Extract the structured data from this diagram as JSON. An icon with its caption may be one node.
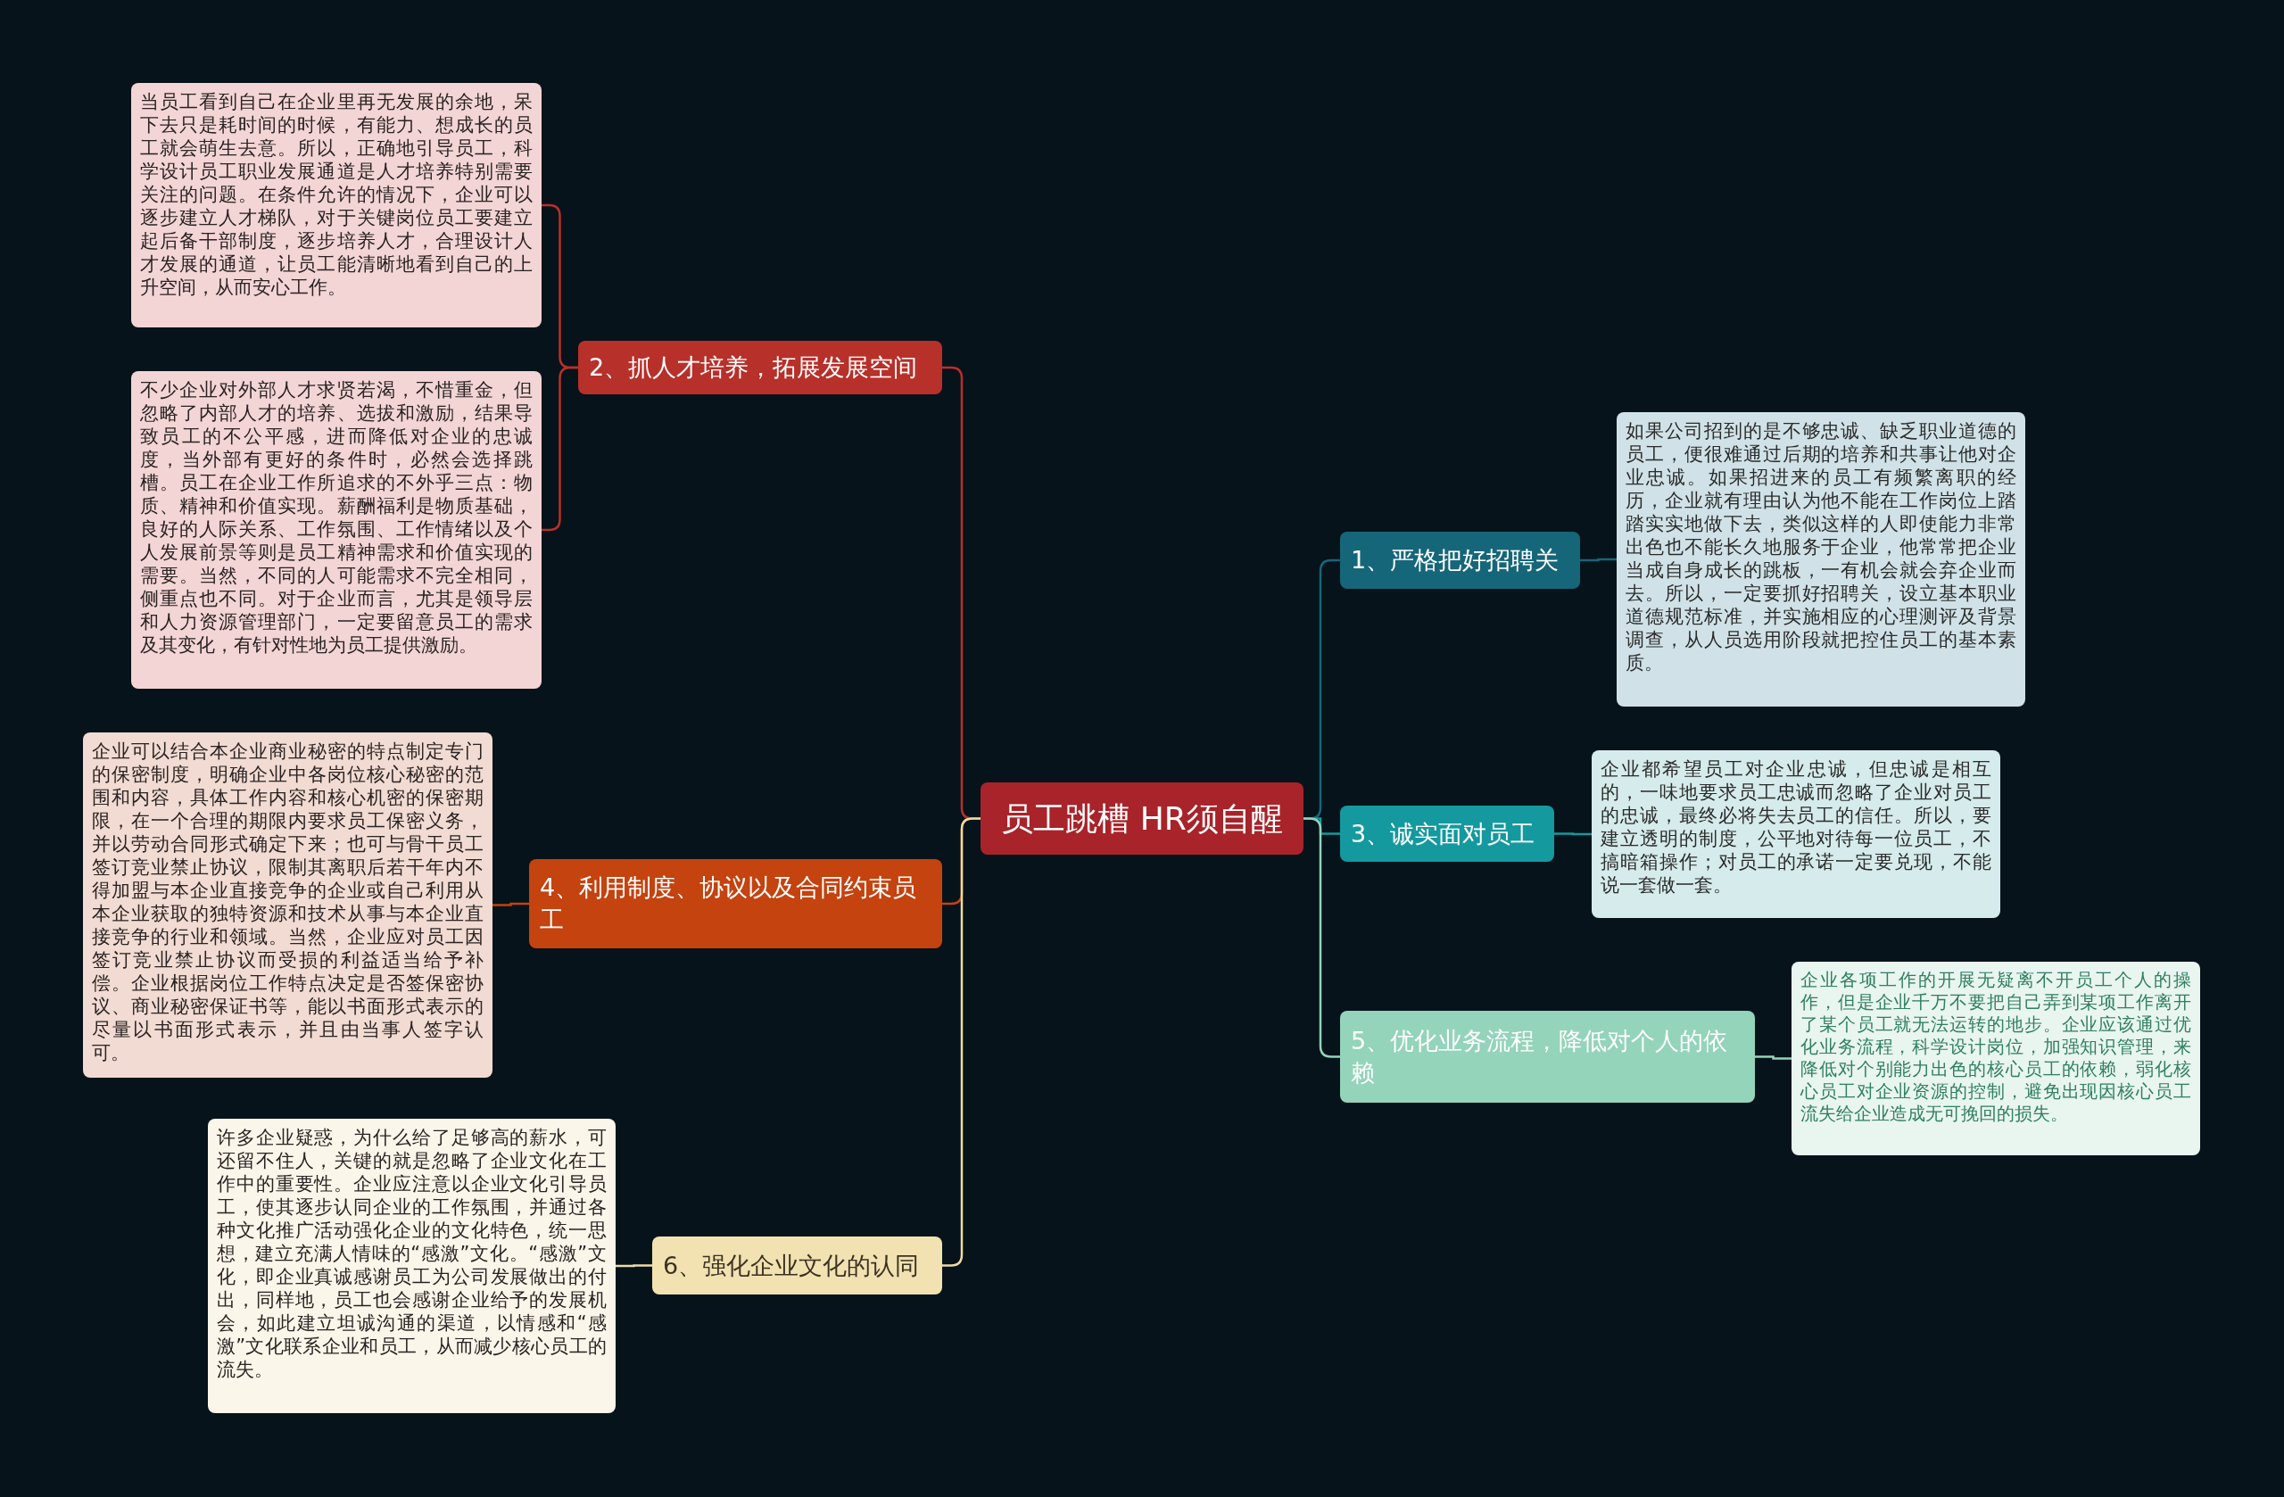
{
  "diagram": {
    "nodes": [
      {
        "text": [
          "员工跳槽 HR须自醒"
        ]
      },
      {
        "text": [
          "2、抓人才培养，拓展发展空间"
        ]
      },
      {
        "text": [
          "当员工看到自己在企业里再无发展的余地，呆下去只是耗时间的时候，有能力、想成长的员工就会萌生去意。所以，正确地引导员工，科学设计员工职业发展通道是人才培养特别需要关注的问题。在条件允许的情况下，企业可以逐步建立人才梯队，对于关键岗位员工要建立起后备干部制度，逐步培养人才，合理设计人才发展的通道，让员工能清晰地看到自己的上升空间，从而安心工作。"
        ]
      },
      {
        "text": [
          "不少企业对外部人才求贤若渴，不惜重金，但忽略了内部人才的培养、选拔和激励，结果导致员工的不公平感，进而降低对企业的忠诚度，当外部有更好的条件时，必然会选择跳槽。员工在企业工作所追求的不外乎三点：物质、精神和价值实现。薪酬福利是物质基础，良好的人际关系、工作氛围、工作情绪以及个人发展前景等则是员工精神需求和价值实现的需要。当然，不同的人可能需求不完全相同，侧重点也不同。对于企业而言，尤其是领导层和人力资源管理部门，一定要留意员工的需求及其变化，有针对性地为员工提供激励。"
        ]
      },
      {
        "text": [
          "4、利用制度、协议以及合同约束员工"
        ]
      },
      {
        "text": [
          "企业可以结合本企业商业秘密的特点制定专门的保密制度，明确企业中各岗位核心秘密的范围和内容，具体工作内容和核心机密的保密期限，在一个合理的期限内要求员工保密义务，并以劳动合同形式确定下来；也可与骨干员工签订竞业禁止协议，限制其离职后若干年内不得加盟与本企业直接竞争的企业或自己利用从本企业获取的独特资源和技术从事与本企业直接竞争的行业和领域。当然，企业应对员工因签订竞业禁止协议而受损的利益适当给予补偿。企业根据岗位工作特点决定是否签保密协议、商业秘密保证书等，能以书面形式表示的尽量以书面形式表示，并且由当事人签字认可。"
        ]
      },
      {
        "text": [
          "6、强化企业文化的认同"
        ]
      },
      {
        "text": [
          "许多企业疑惑，为什么给了足够高的薪水，可还留不住人，关键的就是忽略了企业文化在工作中的重要性。企业应注意以企业文化引导员工，使其逐步认同企业的工作氛围，并通过各种文化推广活动强化企业的文化特色，统一思想，建立充满人情味的“感激”文化。“感激”文化，即企业真诚感谢员工为公司发展做出的付出，同样地，员工也会感谢企业给予的发展机会，如此建立坦诚沟通的渠道，以情感和“感激”文化联系企业和员工，从而减少核心员工的流失。"
        ]
      },
      {
        "text": [
          "1、严格把好招聘关"
        ]
      },
      {
        "text": [
          "如果公司招到的是不够忠诚、缺乏职业道德的员工，便很难通过后期的培养和共事让他对企业忠诚。如果招进来的员工有频繁离职的经历，企业就有理由认为他不能在工作岗位上踏踏实实地做下去，类似这样的人即使能力非常出色也不能长久地服务于企业，他常常把企业当成自身成长的跳板，一有机会就会弃企业而去。所以，一定要抓好招聘关，设立基本职业道德规范标准，并实施相应的心理测评及背景调查，从人员选用阶段就把控住员工的基本素质。"
        ]
      },
      {
        "text": [
          "3、诚实面对员工"
        ]
      },
      {
        "text": [
          "企业都希望员工对企业忠诚，但忠诚是相互的，一味地要求员工忠诚而忽略了企业对员工的忠诚，最终必将失去员工的信任。所以，要建立透明的制度，公平地对待每一位员工，不搞暗箱操作；对员工的承诺一定要兑现，不能说一套做一套。"
        ]
      },
      {
        "text": [
          "5、优化业务流程，降低对个人的依赖"
        ]
      },
      {
        "text": [
          "企业各项工作的开展无疑离不开员工个人的操作，但是企业千万不要把自己弄到某项工作离开了某个员工就无法运转的地步。企业应该通过优化业务流程，科学设计岗位，加强知识管理，来降低对个别能力出色的核心员工的依赖，弱化核心员工对企业资源的控制，避免出现因核心员工流失给企业造成无可挽回的损失。"
        ]
      }
    ],
    "edges": [
      {
        "from": 0,
        "to": 1,
        "arrow": "none",
        "color": "#b8302a"
      },
      {
        "from": 1,
        "to": 2,
        "arrow": "none",
        "color": "#b8302a"
      },
      {
        "from": 1,
        "to": 3,
        "arrow": "none",
        "color": "#b8302a"
      },
      {
        "from": 0,
        "to": 4,
        "arrow": "none",
        "color": "#c4430f"
      },
      {
        "from": 4,
        "to": 5,
        "arrow": "none",
        "color": "#c4430f"
      },
      {
        "from": 0,
        "to": 6,
        "arrow": "none",
        "color": "#eddba4"
      },
      {
        "from": 6,
        "to": 7,
        "arrow": "none",
        "color": "#eddba4"
      },
      {
        "from": 0,
        "to": 8,
        "arrow": "none",
        "color": "#16667a"
      },
      {
        "from": 8,
        "to": 9,
        "arrow": "none",
        "color": "#16667a"
      },
      {
        "from": 0,
        "to": 10,
        "arrow": "none",
        "color": "#14999f"
      },
      {
        "from": 10,
        "to": 11,
        "arrow": "none",
        "color": "#14999f"
      },
      {
        "from": 0,
        "to": 12,
        "arrow": "none",
        "color": "#93d4ba"
      },
      {
        "from": 12,
        "to": 13,
        "arrow": "none",
        "color": "#93d4ba"
      }
    ]
  }
}
